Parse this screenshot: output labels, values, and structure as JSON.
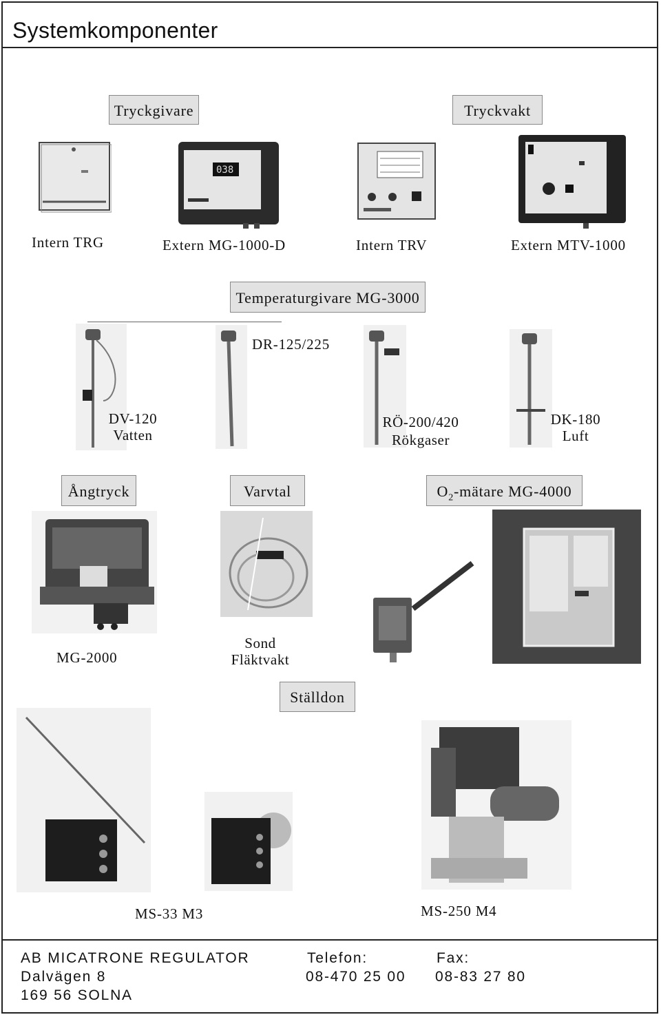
{
  "page": {
    "title": "Systemkomponenter"
  },
  "sections": {
    "tryckgivare": "Tryckgivare",
    "tryckvakt": "Tryckvakt",
    "temperaturgivare": "Temperaturgivare MG-3000",
    "angtryck": "Ångtryck",
    "varvtal": "Varvtal",
    "o2_prefix": "O",
    "o2_sub": "2",
    "o2_suffix": "-mätare MG-4000",
    "stalldon": "Ställdon"
  },
  "products": {
    "intern_trg": "Intern TRG",
    "extern_mg1000d": "Extern MG-1000-D",
    "intern_trv": "Intern TRV",
    "extern_mtv1000": "Extern MTV-1000",
    "dr125": "DR-125/225",
    "dv120_model": "DV-120",
    "dv120_medium": "Vatten",
    "ro200_model": "RÖ-200/420",
    "ro200_medium": "Rökgaser",
    "dk180_model": "DK-180",
    "dk180_medium": "Luft",
    "mg2000": "MG-2000",
    "sond": "Sond",
    "flaktvakt": "Fläktvakt",
    "ms33": "MS-33 M3",
    "ms250": "MS-250 M4"
  },
  "footer": {
    "company": "AB MICATRONE REGULATOR",
    "street": "Dalvägen 8",
    "city": "169 56  SOLNA",
    "phone_label": "Telefon:",
    "phone": "08-470 25 00",
    "fax_label": "Fax:",
    "fax": "08-83 27 80"
  }
}
